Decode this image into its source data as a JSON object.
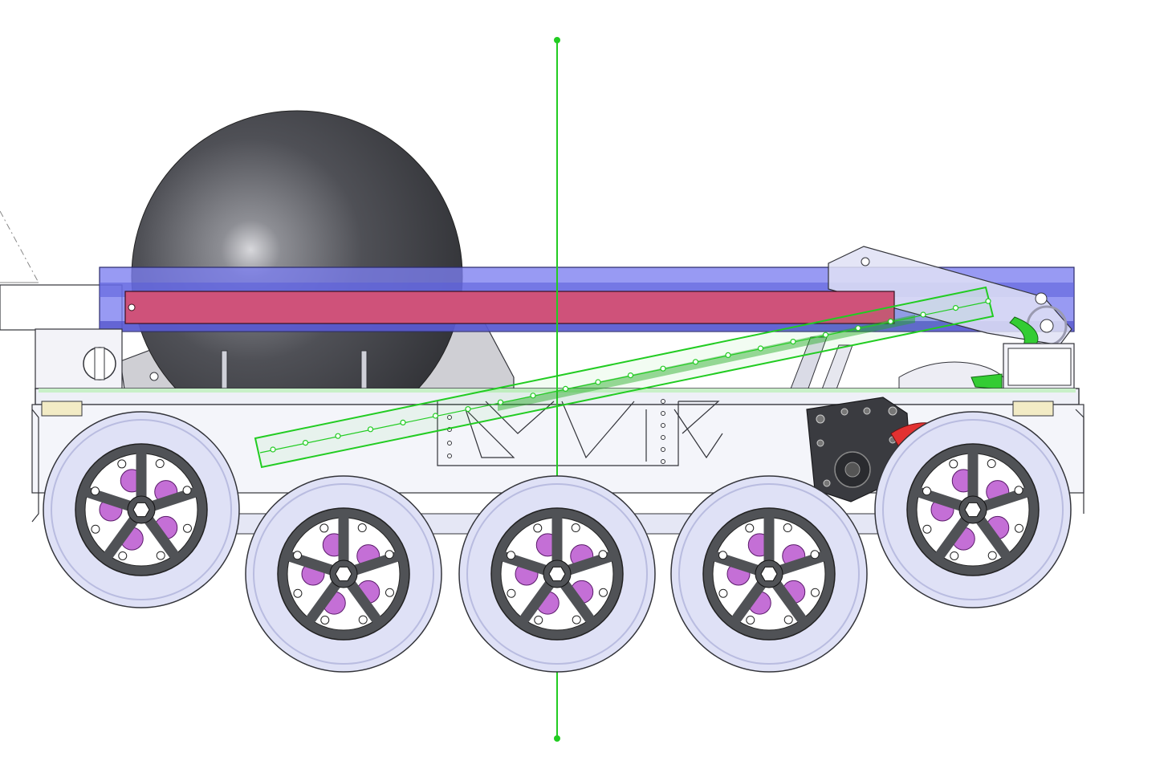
{
  "view": {
    "background": "#ffffff",
    "colors": {
      "ball": "#4a4b50",
      "frame_blue": "#7b7df0",
      "frame_blue_dark": "#4e4fc6",
      "intake_bar": "#cf527a",
      "sketch_green": "#22cc22",
      "wheel_tread": "#dfe1f6",
      "wheel_hub": "#505256",
      "hub_accent": "#b03fc8",
      "gear_red": "#e23131",
      "chassis_light": "#eef0f7",
      "outline": "#33343a"
    },
    "components": {
      "ball": "ball",
      "frame": "upper-frame-rail",
      "intake": "intake-bar",
      "arm": "sketch-arm-link",
      "centerline": "vertical-construction-line",
      "drivetrain": "wheel-row",
      "motor": "gearbox-motor"
    },
    "wheel_count": 5
  }
}
